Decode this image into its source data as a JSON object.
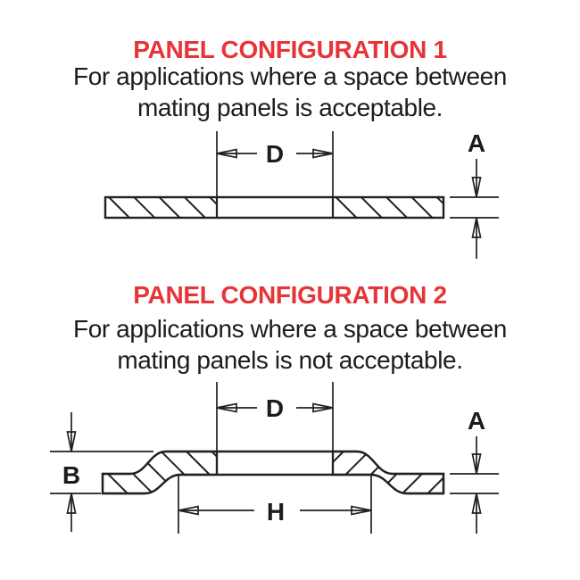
{
  "page": {
    "background_color": "#ffffff",
    "accent_color": "#e73439",
    "line_color": "#231f20",
    "text_color": "#1d1b1c"
  },
  "sections": [
    {
      "title": "PANEL CONFIGURATION 1",
      "description_line1": "For applications where a space between",
      "description_line2": "mating panels is acceptable.",
      "dims": {
        "d": "D",
        "a": "A"
      }
    },
    {
      "title": "PANEL CONFIGURATION 2",
      "description_line1": "For applications where a space between",
      "description_line2": "mating panels is not acceptable.",
      "dims": {
        "d": "D",
        "a": "A",
        "b": "B",
        "h": "H"
      }
    }
  ]
}
